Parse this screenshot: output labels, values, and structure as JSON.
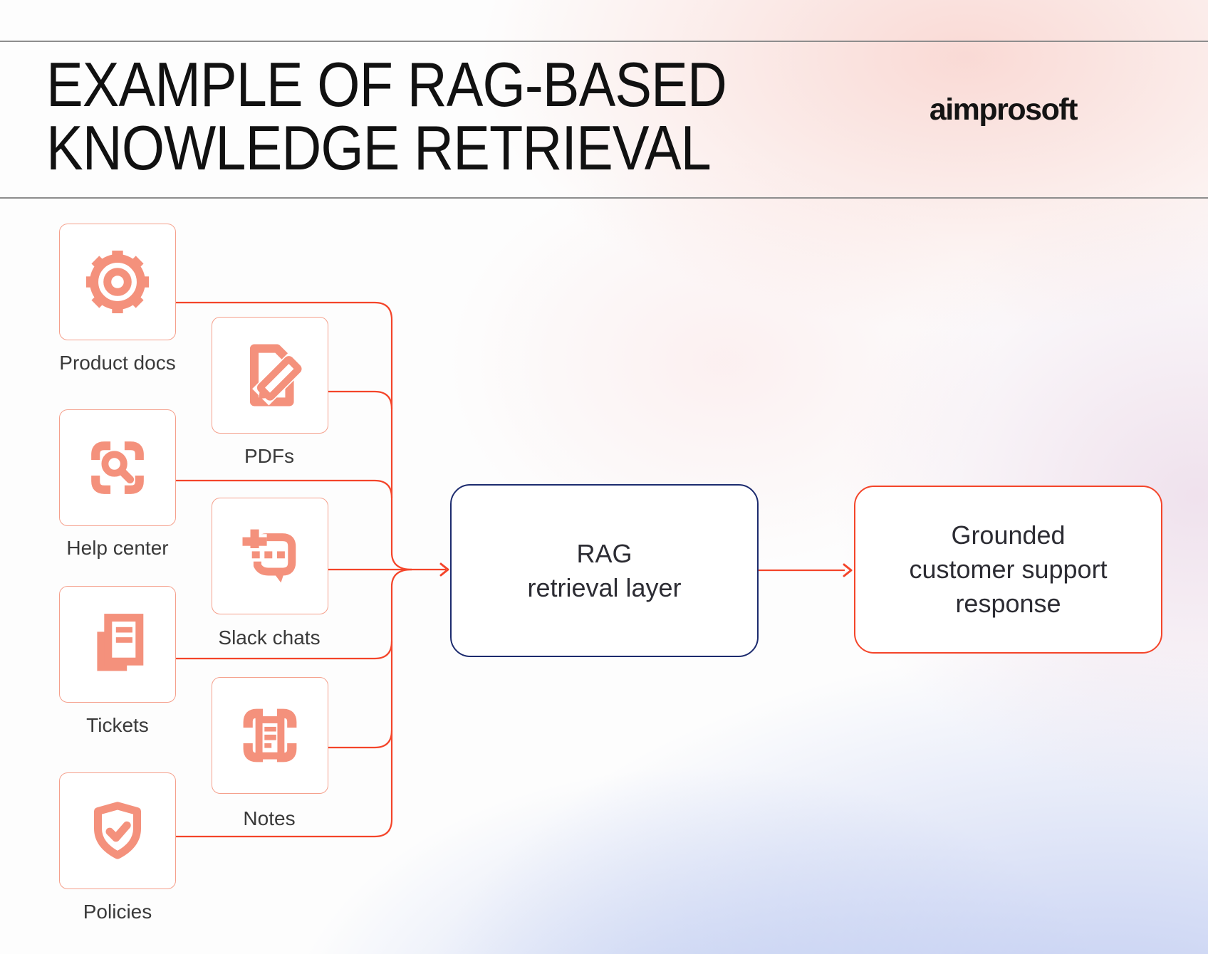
{
  "header": {
    "title_line1": "EXAMPLE OF RAG-BASED",
    "title_line2": "KNOWLEDGE RETRIEVAL",
    "logo": "aimprosoft"
  },
  "diagram": {
    "sources": [
      {
        "id": "product-docs",
        "label": "Product docs",
        "icon": "gear-icon"
      },
      {
        "id": "pdfs",
        "label": "PDFs",
        "icon": "document-pencil-icon"
      },
      {
        "id": "help-center",
        "label": "Help center",
        "icon": "scan-magnifier-icon"
      },
      {
        "id": "slack-chats",
        "label": "Slack chats",
        "icon": "chat-plus-icon"
      },
      {
        "id": "tickets",
        "label": "Tickets",
        "icon": "stacked-documents-icon"
      },
      {
        "id": "notes",
        "label": "Notes",
        "icon": "scan-document-icon"
      },
      {
        "id": "policies",
        "label": "Policies",
        "icon": "shield-check-icon"
      }
    ],
    "rag_box": {
      "line1": "RAG",
      "line2": "retrieval layer"
    },
    "output_box": {
      "line1": "Grounded",
      "line2": "customer support",
      "line3": "response"
    }
  },
  "colors": {
    "icon_salmon": "#F4917C",
    "box_border_salmon": "#F5A08C",
    "connector_red": "#F4452A",
    "rag_border_navy": "#1C2B6E",
    "divider_gray": "#8D8D8D",
    "background_pink": "#F9D8D3",
    "background_blue": "#B9C6F0"
  }
}
